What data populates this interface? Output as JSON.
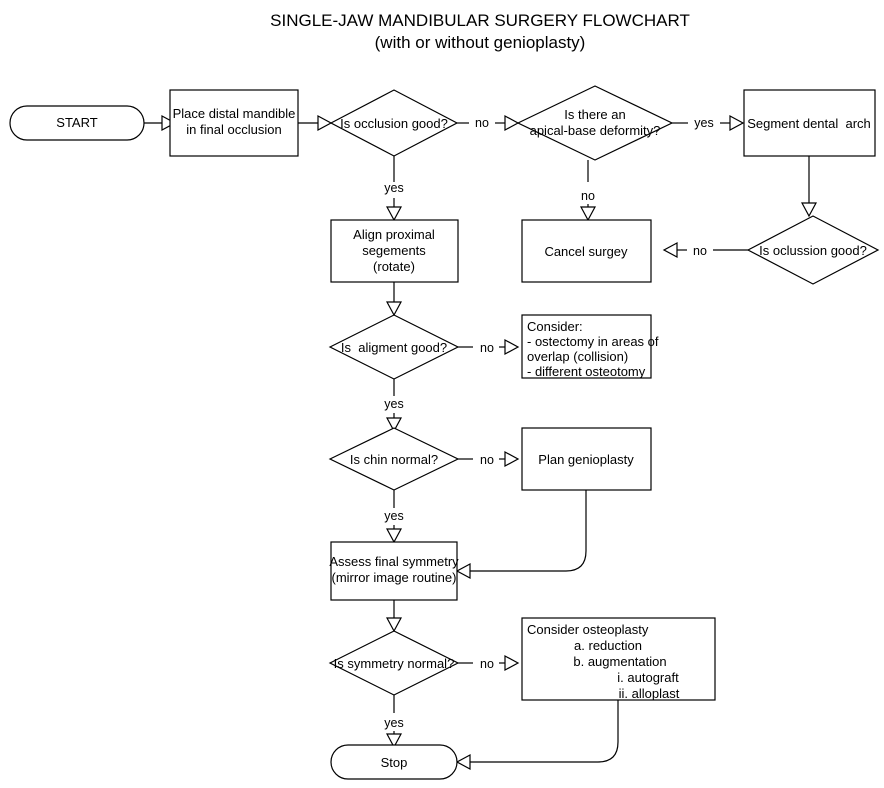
{
  "title": {
    "line1": "SINGLE-JAW MANDIBULAR SURGERY FLOWCHART",
    "line2": "(with or without genioplasty)"
  },
  "colors": {
    "stroke": "#000000",
    "fill": "#ffffff",
    "text": "#000000"
  },
  "nodes": {
    "start": {
      "label": "START",
      "shape": "terminator"
    },
    "place_distal_mandible": {
      "line1": "Place distal mandible",
      "line2": "in final occlusion",
      "shape": "process"
    },
    "is_occlusion_good": {
      "label": "Is occlusion good?",
      "shape": "decision"
    },
    "is_apical_base_deformity": {
      "line1": "Is there an",
      "line2": "apical-base deformity?",
      "shape": "decision"
    },
    "segment_dental_arch": {
      "label": "Segment dental  arch",
      "shape": "process"
    },
    "is_oclussion_good_2": {
      "label": "Is oclussion good?",
      "shape": "decision"
    },
    "cancel_surgery": {
      "label": "Cancel surgey",
      "shape": "process"
    },
    "align_proximal_segments": {
      "line1": "Align proximal",
      "line2": "segements",
      "line3": "(rotate)",
      "shape": "process"
    },
    "is_alignment_good": {
      "label": "Is  aligment good?",
      "shape": "decision"
    },
    "consider_osteotomy": {
      "shape": "process",
      "lines": [
        "Consider:",
        "- ostectomy in areas of",
        "overlap (collision)",
        "- different osteotomy"
      ]
    },
    "is_chin_normal": {
      "label": "Is chin normal?",
      "shape": "decision"
    },
    "plan_genioplasty": {
      "label": "Plan genioplasty",
      "shape": "process"
    },
    "assess_final_symmetry": {
      "line1": "Assess final symmetry",
      "line2": "(mirror image routine)",
      "shape": "process"
    },
    "is_symmetry_normal": {
      "label": "Is symmetry normal?",
      "shape": "decision"
    },
    "consider_osteoplasty": {
      "shape": "process",
      "lines": [
        "Consider osteoplasty",
        "a. reduction",
        "b. augmentation",
        "i. autograft",
        "ii. alloplast"
      ]
    },
    "stop": {
      "label": "Stop",
      "shape": "terminator"
    }
  },
  "edge_labels": {
    "occlusion_no": "no",
    "occlusion_yes": "yes",
    "apical_yes": "yes",
    "apical_no": "no",
    "oclussion2_no": "no",
    "alignment_no": "no",
    "alignment_yes": "yes",
    "chin_no": "no",
    "chin_yes": "yes",
    "symmetry_no": "no",
    "symmetry_yes": "yes"
  }
}
